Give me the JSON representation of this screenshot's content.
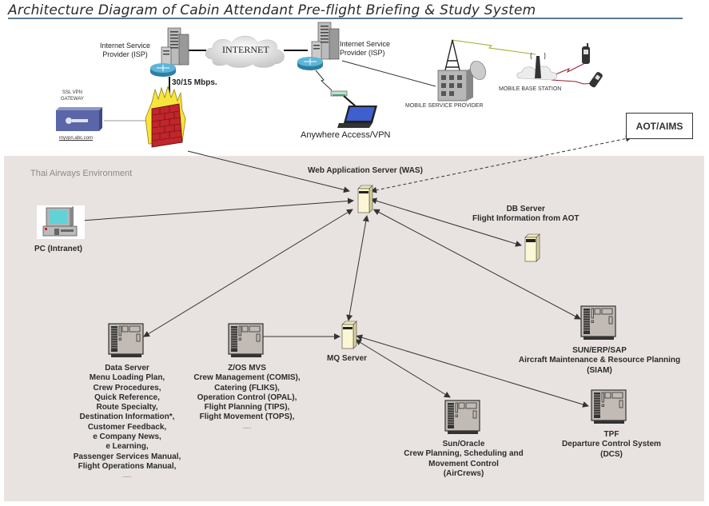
{
  "title": "Architecture Diagram of Cabin Attendant Pre-flight Briefing & Study System",
  "colors": {
    "title_rule": "#5c7891",
    "environment_bg": "#e8e3e1",
    "server_tower": "#fbf6d3",
    "mainframe": "#c2bbb5",
    "router": "#4aa3c8",
    "firewall": "#c0262c",
    "flame": "#f6e63a"
  },
  "external": {
    "isp_left": "Internet Service\nProvider (ISP)",
    "isp_right": "Internet Service\nProvider (ISP)",
    "internet": "INTERNET",
    "bandwidth": "30/15 Mbps.",
    "vpn_gateway": "SSL VPN\nGATEWAY",
    "vpn_url": "myvpn.abc.com",
    "anywhere_access": "Anywhere Access/VPN",
    "mobile_service_provider": "MOBILE SERVICE PROVIDER",
    "mobile_base_station": "MOBILE BASE STATION",
    "aot_aims": "AOT/AIMS"
  },
  "environment": {
    "label": "Thai Airways Environment",
    "was": "Web Application Server (WAS)",
    "pc": "PC (Intranet)",
    "db_server": {
      "name": "DB Server",
      "desc": "Flight Information from AOT"
    },
    "mq_server": "MQ Server",
    "data_server": {
      "name": "Data Server",
      "items": [
        "Menu Loading Plan,",
        "Crew Procedures,",
        "Quick Reference,",
        "Route Specialty,",
        "Destination Information*,",
        "Customer Feedback,",
        "e Company News,",
        "e Learning,",
        "Passenger Services Manual,",
        "Flight Operations Manual,",
        "......"
      ]
    },
    "zos": {
      "name": "Z/OS MVS",
      "items": [
        "Crew Management (COMIS),",
        "Catering (FLIKS),",
        "Operation Control (OPAL),",
        "Flight Planning (TIPS),",
        "Flight Movement (TOPS),",
        "......"
      ]
    },
    "sun_erp": {
      "name": "SUN/ERP/SAP",
      "items": [
        "Aircraft Maintenance & Resource Planning",
        "(SIAM)"
      ]
    },
    "sun_oracle": {
      "name": "Sun/Oracle",
      "items": [
        "Crew Planning, Scheduling and",
        "Movement Control",
        "(AirCrews)"
      ]
    },
    "tpf": {
      "name": "TPF",
      "items": [
        "Departure Control System",
        "(DCS)"
      ]
    }
  }
}
